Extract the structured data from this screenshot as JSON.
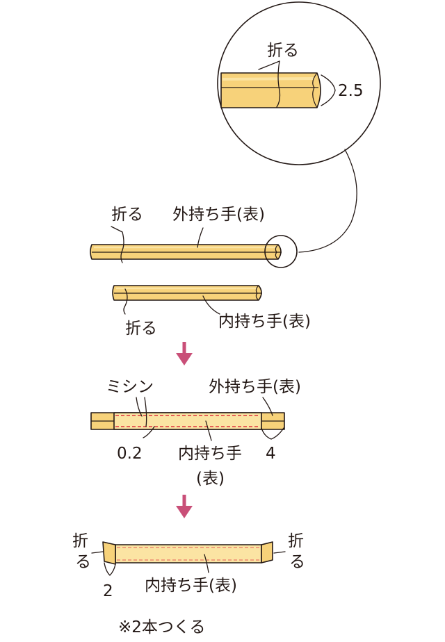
{
  "detail": {
    "fold_label": "折る",
    "width_label": "2.5"
  },
  "step1": {
    "outer_fold_label": "折る",
    "outer_handle_label": "外持ち手(表)",
    "inner_fold_label": "折る",
    "inner_handle_label": "内持ち手(表)"
  },
  "step2": {
    "sewing_label": "ミシン",
    "outer_handle_label": "外持ち手(表)",
    "margin_label": "0.2",
    "inner_handle_label_line1": "内持ち手",
    "inner_handle_label_line2": "(表)",
    "offset_label": "4"
  },
  "step3": {
    "left_fold_line1": "折",
    "left_fold_line2": "る",
    "right_fold_line1": "折",
    "right_fold_line2": "る",
    "fold_width_label": "2",
    "inner_handle_label": "内持ち手(表)"
  },
  "note": "※2本つくる",
  "colors": {
    "strip_fill": "#f7d27a",
    "strip_highlight": "#fbe4a3",
    "outline": "#231815",
    "arrow": "#c94f78",
    "stitch": "#e0323c"
  }
}
